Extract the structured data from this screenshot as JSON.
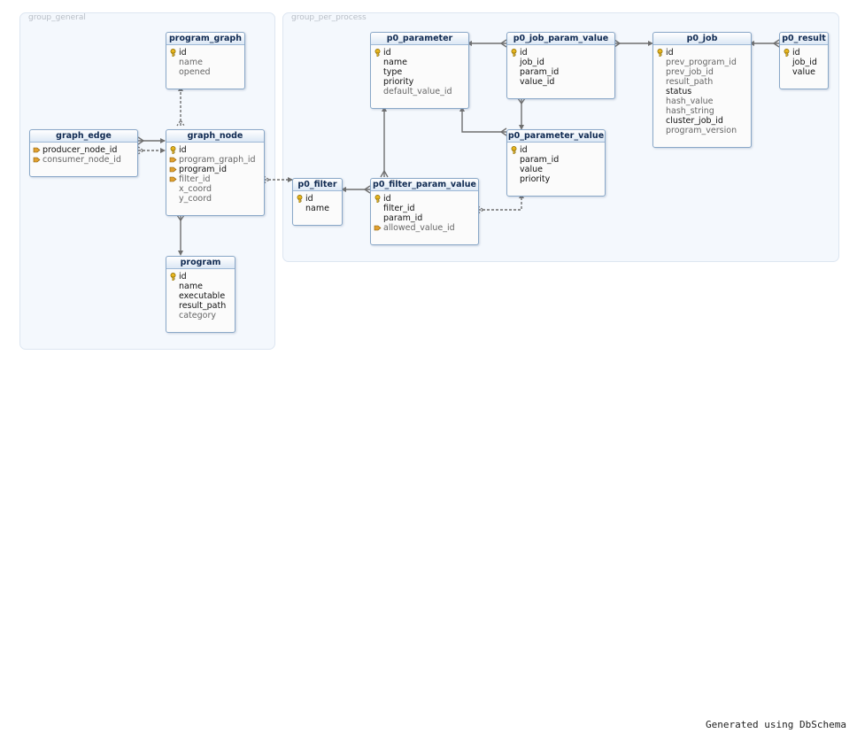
{
  "groups": {
    "general": "group_general",
    "per_process": "group_per_process"
  },
  "tables": {
    "program_graph": {
      "title": "program_graph",
      "columns": [
        {
          "name": "id",
          "key": "pk",
          "nullable": false
        },
        {
          "name": "name",
          "nullable": true
        },
        {
          "name": "opened",
          "nullable": true
        }
      ]
    },
    "graph_edge": {
      "title": "graph_edge",
      "columns": [
        {
          "name": "producer_node_id",
          "key": "fk",
          "nullable": false
        },
        {
          "name": "consumer_node_id",
          "key": "fk",
          "nullable": true
        }
      ]
    },
    "graph_node": {
      "title": "graph_node",
      "columns": [
        {
          "name": "id",
          "key": "pk",
          "nullable": false
        },
        {
          "name": "program_graph_id",
          "key": "fk",
          "nullable": true
        },
        {
          "name": "program_id",
          "key": "fk",
          "nullable": false
        },
        {
          "name": "filter_id",
          "key": "fk",
          "nullable": true
        },
        {
          "name": "x_coord",
          "nullable": true
        },
        {
          "name": "y_coord",
          "nullable": true
        }
      ]
    },
    "program": {
      "title": "program",
      "columns": [
        {
          "name": "id",
          "key": "pk",
          "nullable": false
        },
        {
          "name": "name",
          "nullable": false
        },
        {
          "name": "executable",
          "nullable": false
        },
        {
          "name": "result_path",
          "nullable": false
        },
        {
          "name": "category",
          "nullable": true
        }
      ]
    },
    "p0_parameter": {
      "title": "p0_parameter",
      "columns": [
        {
          "name": "id",
          "key": "pk",
          "nullable": false
        },
        {
          "name": "name",
          "nullable": false
        },
        {
          "name": "type",
          "nullable": false
        },
        {
          "name": "priority",
          "nullable": false
        },
        {
          "name": "default_value_id",
          "nullable": true
        }
      ]
    },
    "p0_job_param_value": {
      "title": "p0_job_param_value",
      "columns": [
        {
          "name": "id",
          "key": "pk",
          "nullable": false
        },
        {
          "name": "job_id",
          "nullable": false
        },
        {
          "name": "param_id",
          "nullable": false
        },
        {
          "name": "value_id",
          "nullable": false
        }
      ]
    },
    "p0_job": {
      "title": "p0_job",
      "columns": [
        {
          "name": "id",
          "key": "pk",
          "nullable": false
        },
        {
          "name": "prev_program_id",
          "nullable": true
        },
        {
          "name": "prev_job_id",
          "nullable": true
        },
        {
          "name": "result_path",
          "nullable": true
        },
        {
          "name": "status",
          "nullable": false
        },
        {
          "name": "hash_value",
          "nullable": true
        },
        {
          "name": "hash_string",
          "nullable": true
        },
        {
          "name": "cluster_job_id",
          "nullable": false
        },
        {
          "name": "program_version",
          "nullable": true
        }
      ]
    },
    "p0_result": {
      "title": "p0_result",
      "columns": [
        {
          "name": "id",
          "key": "pk",
          "nullable": false
        },
        {
          "name": "job_id",
          "nullable": false
        },
        {
          "name": "value",
          "nullable": false
        }
      ]
    },
    "p0_parameter_value": {
      "title": "p0_parameter_value",
      "columns": [
        {
          "name": "id",
          "key": "pk",
          "nullable": false
        },
        {
          "name": "param_id",
          "nullable": false
        },
        {
          "name": "value",
          "nullable": false
        },
        {
          "name": "priority",
          "nullable": false
        }
      ]
    },
    "p0_filter": {
      "title": "p0_filter",
      "columns": [
        {
          "name": "id",
          "key": "pk",
          "nullable": false
        },
        {
          "name": "name",
          "nullable": false
        }
      ]
    },
    "p0_filter_param_value": {
      "title": "p0_filter_param_value",
      "columns": [
        {
          "name": "id",
          "key": "pk",
          "nullable": false
        },
        {
          "name": "filter_id",
          "nullable": false
        },
        {
          "name": "param_id",
          "nullable": false
        },
        {
          "name": "allowed_value_id",
          "key": "fk",
          "nullable": true
        }
      ]
    }
  },
  "footer": "Generated using DbSchema",
  "colors": {
    "wire": "#6f6f6f",
    "pk_key": "#e6b520",
    "fk_key": "#e0a030",
    "table_border": "#8aa8c8",
    "header_text": "#102a52"
  }
}
